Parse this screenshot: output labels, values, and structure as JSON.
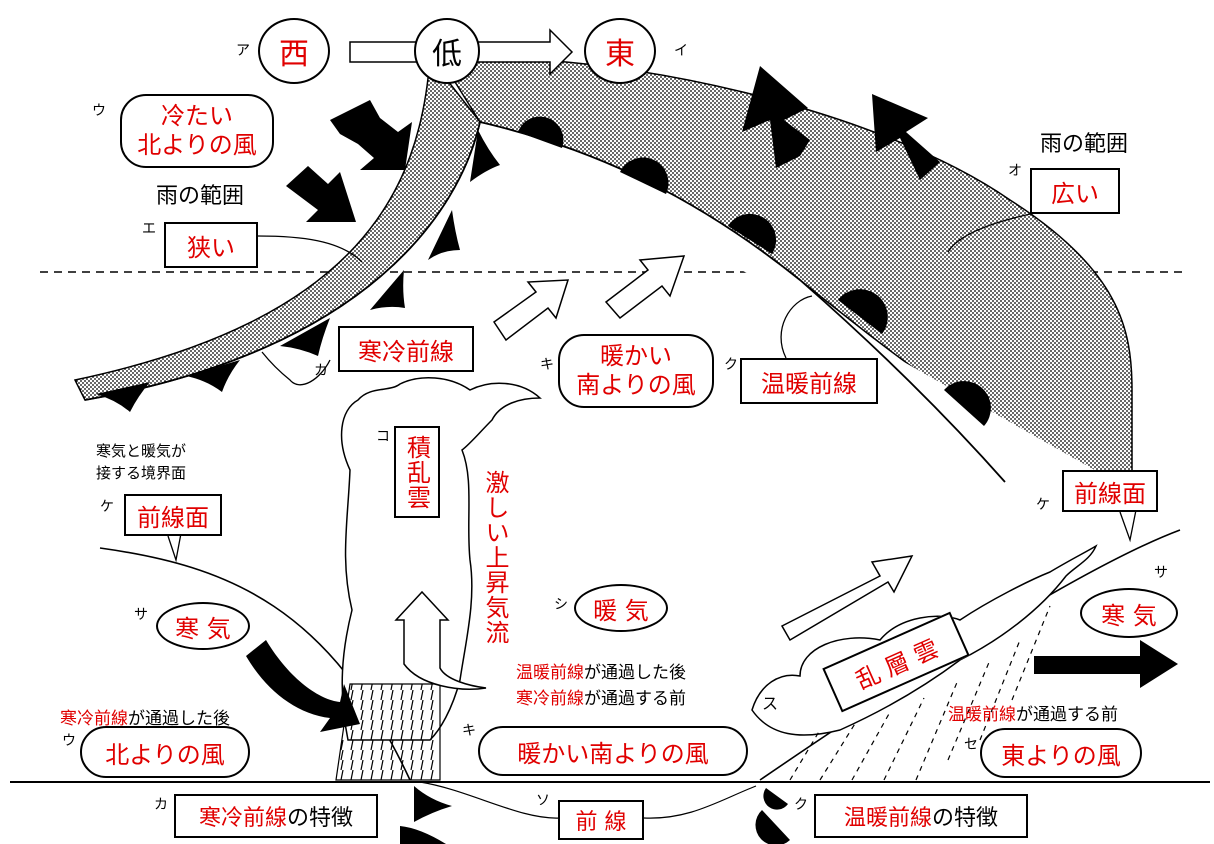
{
  "compass": {
    "west": "西",
    "low": "低",
    "east": "東"
  },
  "markers": {
    "a": "ア",
    "i": "イ",
    "u": "ウ",
    "e": "エ",
    "o": "オ",
    "ka": "カ",
    "ki": "キ",
    "ku": "ク",
    "ke": "ケ",
    "ko": "コ",
    "sa": "サ",
    "shi": "シ",
    "su": "ス",
    "se": "セ",
    "so": "ソ"
  },
  "upper": {
    "cold_north_wind_line1": "冷たい",
    "cold_north_wind_line2": "北よりの風",
    "rain_area_left": "雨の範囲",
    "narrow": "狭い",
    "rain_area_right": "雨の範囲",
    "wide": "広い",
    "cold_front": "寒冷前線",
    "warm_south_wind_line1": "暖かい",
    "warm_south_wind_line2": "南よりの風",
    "warm_front": "温暖前線"
  },
  "lower": {
    "boundary_note_line1": "寒気と暖気が",
    "boundary_note_line2": "接する境界面",
    "front_surface_left": "前線面",
    "front_surface_right": "前線面",
    "cumulonimbus": "積乱雲",
    "strong_updraft": "激しい上昇気流",
    "cold_air_left": "寒 気",
    "warm_air": "暖 気",
    "cold_air_right": "寒 気",
    "nimbostratus": "乱 層 雲",
    "between_line1_red": "温暖前線",
    "between_line1_black": "が通過した後",
    "between_line2_red": "寒冷前線",
    "between_line2_black": "が通過する前",
    "after_cold_red": "寒冷前線",
    "after_cold_black": "が通過した後",
    "before_warm_red": "温暖前線",
    "before_warm_black": "が通過する前",
    "north_wind": "北よりの風",
    "warm_south_wind": "暖かい南よりの風",
    "east_wind": "東よりの風"
  },
  "bottom": {
    "cold_front_feature_red": "寒冷前線",
    "cold_front_feature_black": "の特徴",
    "front": "前 線",
    "warm_front_feature_red": "温暖前線",
    "warm_front_feature_black": "の特徴"
  },
  "colors": {
    "answer_red": "#e00000",
    "ink": "#000000"
  }
}
